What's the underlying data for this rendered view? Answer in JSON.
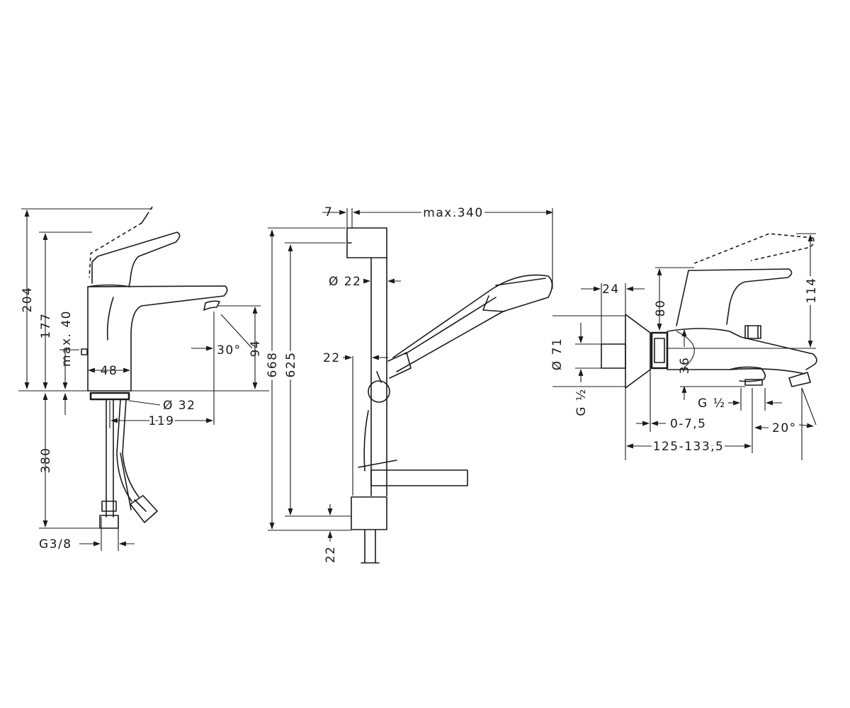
{
  "basin_mixer": {
    "dims": {
      "height_total": "204",
      "height_body": "177",
      "max_40": "max. 40",
      "base_48": "48",
      "spout_94": "94",
      "angle_30": "30°",
      "dia_32": "Ø 32",
      "reach_119": "119",
      "hose_380": "380",
      "thread_g38": "G3/8"
    }
  },
  "shower_set": {
    "dims": {
      "offset_7": "7",
      "reach_max340": "max.340",
      "bar_dia_22": "Ø 22",
      "offset_22": "22",
      "height_668": "668",
      "height_625": "625",
      "bottom_22": "22"
    }
  },
  "bath_mixer": {
    "dims": {
      "dim_24": "24",
      "dim_80": "80",
      "dim_114": "114",
      "dia_71": "Ø 71",
      "g_half_left": "G ½",
      "dim_36": "36",
      "g_half_right": "G ½",
      "range_0_75": "0-7,5",
      "angle_20": "20°",
      "range_125_1335": "125-133,5"
    }
  }
}
